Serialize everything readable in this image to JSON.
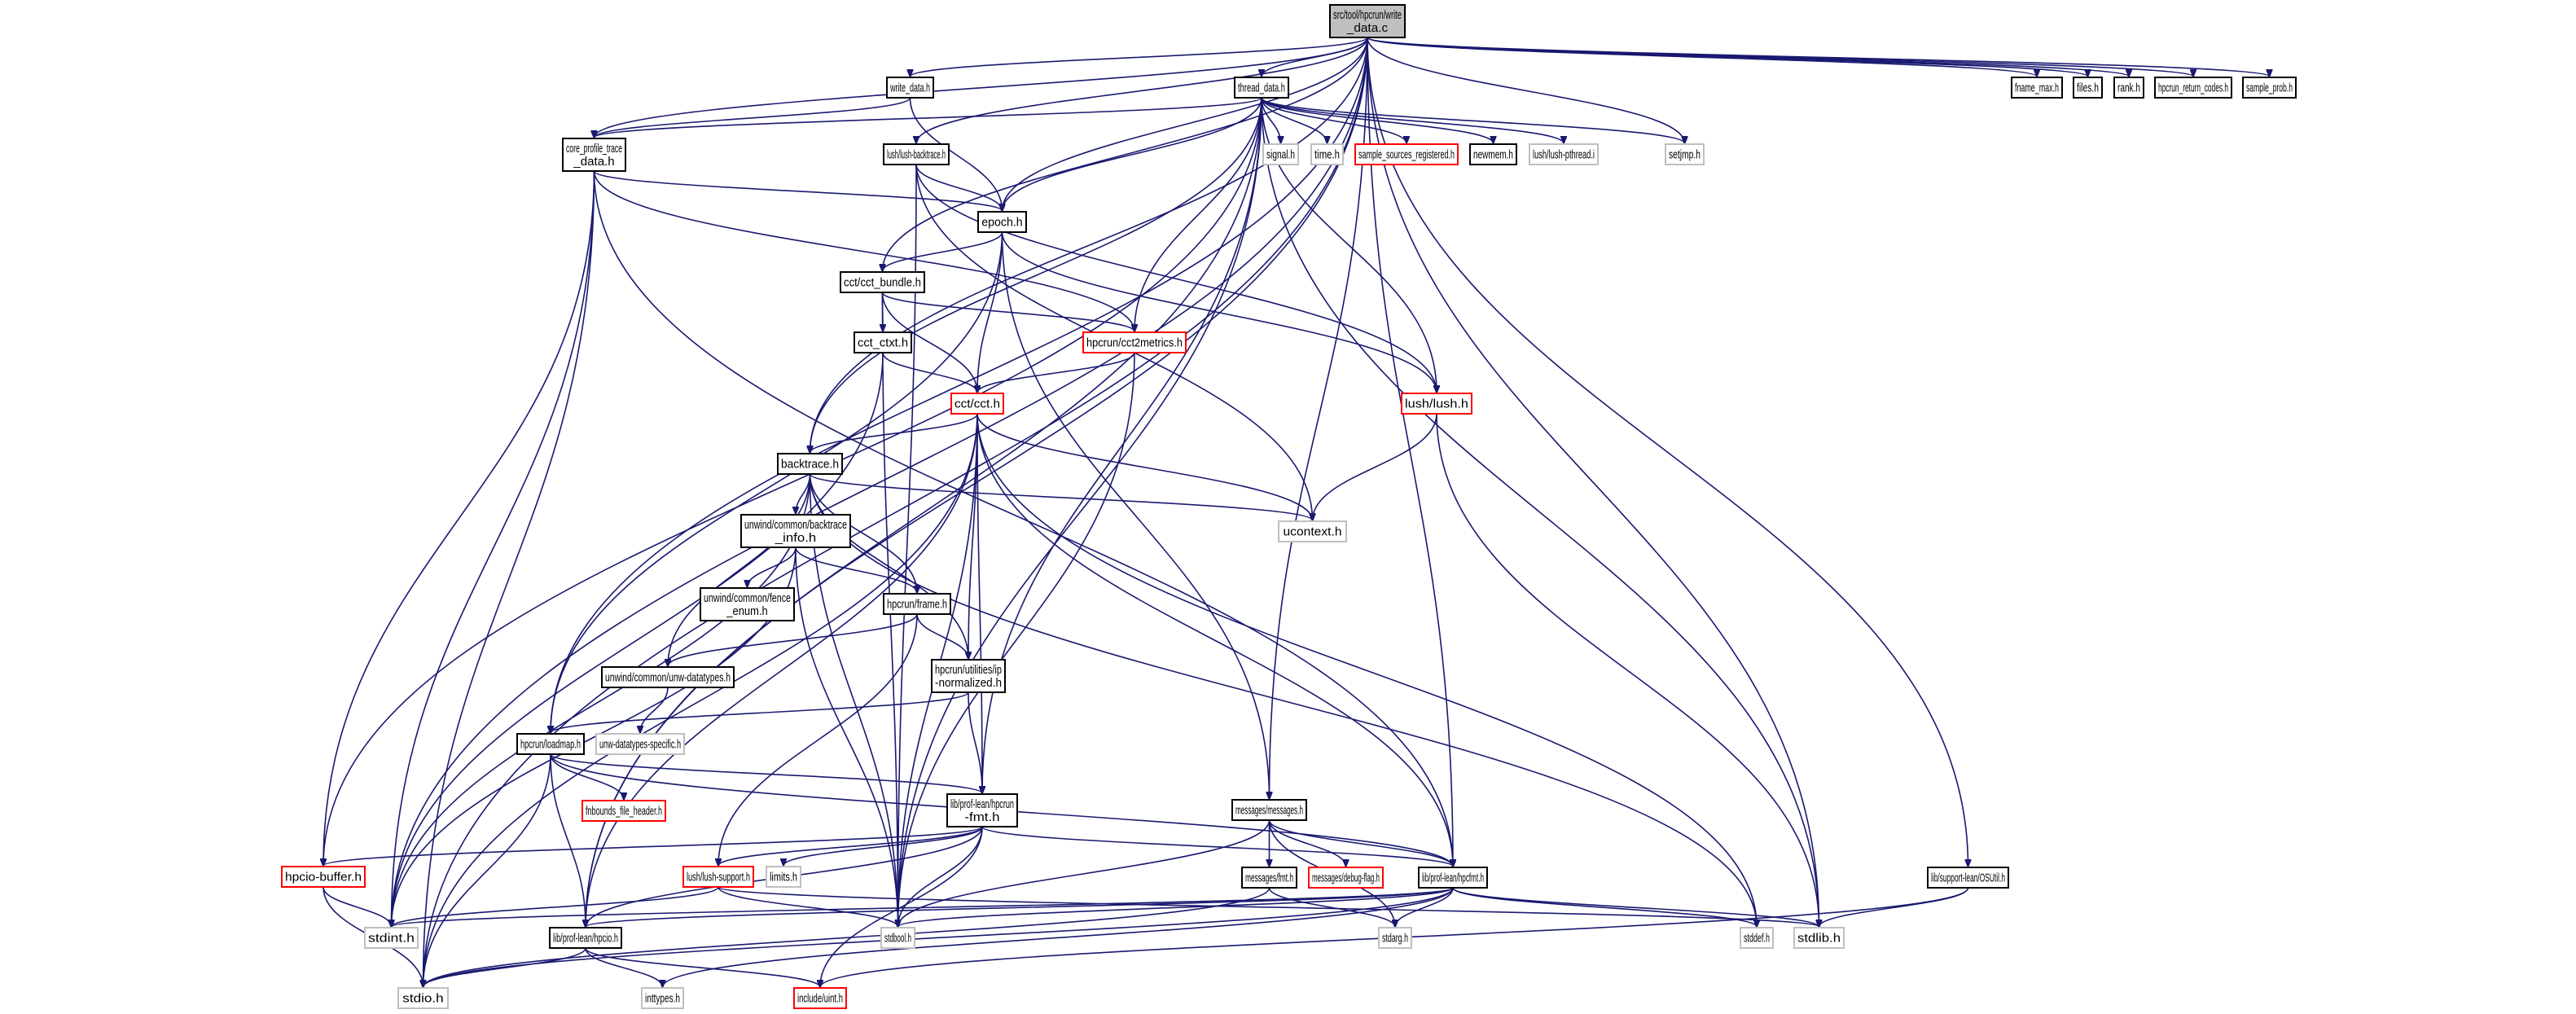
{
  "diagram": {
    "title": "src/tool/hpcrun/write_data.c",
    "type": "include-dependency-graph",
    "colors": {
      "root_fill": "#bfbfbf",
      "root_border": "#000000",
      "documented_border": "#000000",
      "truncated_border": "#ff0000",
      "external_border": "#bfbfbf",
      "edge": "#191970"
    },
    "nodes": [
      {
        "id": "root",
        "label": [
          "src/tool/hpcrun/write",
          "_data.c"
        ],
        "kind": "root"
      },
      {
        "id": "write_data_h",
        "label": [
          "write_data.h"
        ],
        "kind": "documented"
      },
      {
        "id": "thread_data_h",
        "label": [
          "thread_data.h"
        ],
        "kind": "documented"
      },
      {
        "id": "fname_max_h",
        "label": [
          "fname_max.h"
        ],
        "kind": "documented"
      },
      {
        "id": "files_h",
        "label": [
          "files.h"
        ],
        "kind": "documented"
      },
      {
        "id": "rank_h",
        "label": [
          "rank.h"
        ],
        "kind": "documented"
      },
      {
        "id": "hpcrun_return_codes_h",
        "label": [
          "hpcrun_return_codes.h"
        ],
        "kind": "documented"
      },
      {
        "id": "sample_prob_h",
        "label": [
          "sample_prob.h"
        ],
        "kind": "documented"
      },
      {
        "id": "core_profile_trace_data_h",
        "label": [
          "core_profile_trace",
          "_data.h"
        ],
        "kind": "documented"
      },
      {
        "id": "lush_backtrace_h",
        "label": [
          "lush/lush-backtrace.h"
        ],
        "kind": "documented"
      },
      {
        "id": "signal_h",
        "label": [
          "signal.h"
        ],
        "kind": "external"
      },
      {
        "id": "time_h",
        "label": [
          "time.h"
        ],
        "kind": "external"
      },
      {
        "id": "sample_sources_registered_h",
        "label": [
          "sample_sources_registered.h"
        ],
        "kind": "truncated"
      },
      {
        "id": "newmem_h",
        "label": [
          "newmem.h"
        ],
        "kind": "documented"
      },
      {
        "id": "lush_pthread_i",
        "label": [
          "lush/lush-pthread.i"
        ],
        "kind": "external"
      },
      {
        "id": "setjmp_h",
        "label": [
          "setjmp.h"
        ],
        "kind": "external"
      },
      {
        "id": "epoch_h",
        "label": [
          "epoch.h"
        ],
        "kind": "documented"
      },
      {
        "id": "cct_bundle_h",
        "label": [
          "cct/cct_bundle.h"
        ],
        "kind": "documented"
      },
      {
        "id": "cct_ctxt_h",
        "label": [
          "cct_ctxt.h"
        ],
        "kind": "documented"
      },
      {
        "id": "cct2metrics_h",
        "label": [
          "hpcrun/cct2metrics.h"
        ],
        "kind": "truncated"
      },
      {
        "id": "cct_h",
        "label": [
          "cct/cct.h"
        ],
        "kind": "truncated"
      },
      {
        "id": "lush_h",
        "label": [
          "lush/lush.h"
        ],
        "kind": "truncated"
      },
      {
        "id": "backtrace_h",
        "label": [
          "backtrace.h"
        ],
        "kind": "documented"
      },
      {
        "id": "ucontext_h",
        "label": [
          "ucontext.h"
        ],
        "kind": "external"
      },
      {
        "id": "backtrace_info_h",
        "label": [
          "unwind/common/backtrace",
          "_info.h"
        ],
        "kind": "documented"
      },
      {
        "id": "fence_enum_h",
        "label": [
          "unwind/common/fence",
          "_enum.h"
        ],
        "kind": "documented"
      },
      {
        "id": "frame_h",
        "label": [
          "hpcrun/frame.h"
        ],
        "kind": "documented"
      },
      {
        "id": "unw_datatypes_h",
        "label": [
          "unwind/common/unw-datatypes.h"
        ],
        "kind": "documented"
      },
      {
        "id": "ip_normalized_h",
        "label": [
          "hpcrun/utilities/ip",
          "-normalized.h"
        ],
        "kind": "documented"
      },
      {
        "id": "loadmap_h",
        "label": [
          "hpcrun/loadmap.h"
        ],
        "kind": "documented"
      },
      {
        "id": "unw_datatypes_specific_h",
        "label": [
          "unw-datatypes-specific.h"
        ],
        "kind": "external"
      },
      {
        "id": "fnbounds_file_header_h",
        "label": [
          "fnbounds_file_header.h"
        ],
        "kind": "truncated"
      },
      {
        "id": "hpcrun_fmt_h",
        "label": [
          "lib/prof-lean/hpcrun",
          "-fmt.h"
        ],
        "kind": "documented"
      },
      {
        "id": "messages_h",
        "label": [
          "messages/messages.h"
        ],
        "kind": "documented"
      },
      {
        "id": "hpcio_buffer_h",
        "label": [
          "hpcio-buffer.h"
        ],
        "kind": "truncated"
      },
      {
        "id": "lush_support_h",
        "label": [
          "lush/lush-support.h"
        ],
        "kind": "truncated"
      },
      {
        "id": "limits_h",
        "label": [
          "limits.h"
        ],
        "kind": "external"
      },
      {
        "id": "fmt_h",
        "label": [
          "messages/fmt.h"
        ],
        "kind": "documented"
      },
      {
        "id": "debug_flag_h",
        "label": [
          "messages/debug-flag.h"
        ],
        "kind": "truncated"
      },
      {
        "id": "hpcfmt_h",
        "label": [
          "lib/prof-lean/hpcfmt.h"
        ],
        "kind": "documented"
      },
      {
        "id": "osutil_h",
        "label": [
          "lib/support-lean/OSUtil.h"
        ],
        "kind": "documented"
      },
      {
        "id": "stdint_h",
        "label": [
          "stdint.h"
        ],
        "kind": "external"
      },
      {
        "id": "hpcio_h",
        "label": [
          "lib/prof-lean/hpcio.h"
        ],
        "kind": "documented"
      },
      {
        "id": "stdbool_h",
        "label": [
          "stdbool.h"
        ],
        "kind": "external"
      },
      {
        "id": "stdarg_h",
        "label": [
          "stdarg.h"
        ],
        "kind": "external"
      },
      {
        "id": "stddef_h",
        "label": [
          "stddef.h"
        ],
        "kind": "external"
      },
      {
        "id": "stdlib_h",
        "label": [
          "stdlib.h"
        ],
        "kind": "external"
      },
      {
        "id": "stdio_h",
        "label": [
          "stdio.h"
        ],
        "kind": "external"
      },
      {
        "id": "inttypes_h",
        "label": [
          "inttypes.h"
        ],
        "kind": "external"
      },
      {
        "id": "uint_h",
        "label": [
          "include/uint.h"
        ],
        "kind": "truncated"
      }
    ],
    "edges": [
      [
        "root",
        "write_data_h"
      ],
      [
        "root",
        "thread_data_h"
      ],
      [
        "root",
        "fname_max_h"
      ],
      [
        "root",
        "files_h"
      ],
      [
        "root",
        "rank_h"
      ],
      [
        "root",
        "hpcrun_return_codes_h"
      ],
      [
        "root",
        "sample_prob_h"
      ],
      [
        "root",
        "core_profile_trace_data_h"
      ],
      [
        "root",
        "lush_backtrace_h"
      ],
      [
        "root",
        "setjmp_h"
      ],
      [
        "root",
        "epoch_h"
      ],
      [
        "root",
        "cct_bundle_h"
      ],
      [
        "root",
        "backtrace_h"
      ],
      [
        "root",
        "loadmap_h"
      ],
      [
        "root",
        "messages_h"
      ],
      [
        "root",
        "hpcfmt_h"
      ],
      [
        "root",
        "osutil_h"
      ],
      [
        "root",
        "stdlib_h"
      ],
      [
        "root",
        "stdio_h"
      ],
      [
        "root",
        "hpcio_h"
      ],
      [
        "root",
        "stdint_h"
      ],
      [
        "write_data_h",
        "core_profile_trace_data_h"
      ],
      [
        "write_data_h",
        "epoch_h"
      ],
      [
        "thread_data_h",
        "signal_h"
      ],
      [
        "thread_data_h",
        "time_h"
      ],
      [
        "thread_data_h",
        "sample_sources_registered_h"
      ],
      [
        "thread_data_h",
        "newmem_h"
      ],
      [
        "thread_data_h",
        "lush_pthread_i"
      ],
      [
        "thread_data_h",
        "setjmp_h"
      ],
      [
        "thread_data_h",
        "core_profile_trace_data_h"
      ],
      [
        "thread_data_h",
        "epoch_h"
      ],
      [
        "thread_data_h",
        "cct2metrics_h"
      ],
      [
        "thread_data_h",
        "backtrace_h"
      ],
      [
        "thread_data_h",
        "lush_h"
      ],
      [
        "thread_data_h",
        "stdlib_h"
      ],
      [
        "thread_data_h",
        "stdbool_h"
      ],
      [
        "thread_data_h",
        "hpcio_buffer_h"
      ],
      [
        "thread_data_h",
        "hpcrun_fmt_h"
      ],
      [
        "thread_data_h",
        "hpcio_h"
      ],
      [
        "core_profile_trace_data_h",
        "epoch_h"
      ],
      [
        "core_profile_trace_data_h",
        "cct2metrics_h"
      ],
      [
        "core_profile_trace_data_h",
        "hpcfmt_h"
      ],
      [
        "core_profile_trace_data_h",
        "hpcio_buffer_h"
      ],
      [
        "core_profile_trace_data_h",
        "stdio_h"
      ],
      [
        "core_profile_trace_data_h",
        "stdint_h"
      ],
      [
        "lush_backtrace_h",
        "epoch_h"
      ],
      [
        "lush_backtrace_h",
        "lush_h"
      ],
      [
        "lush_backtrace_h",
        "ucontext_h"
      ],
      [
        "lush_backtrace_h",
        "stdbool_h"
      ],
      [
        "epoch_h",
        "cct_bundle_h"
      ],
      [
        "epoch_h",
        "cct_h"
      ],
      [
        "epoch_h",
        "loadmap_h"
      ],
      [
        "epoch_h",
        "lush_h"
      ],
      [
        "epoch_h",
        "messages_h"
      ],
      [
        "cct_bundle_h",
        "cct_ctxt_h"
      ],
      [
        "cct_bundle_h",
        "cct_h"
      ],
      [
        "cct_bundle_h",
        "cct2metrics_h"
      ],
      [
        "cct_bundle_h",
        "stdbool_h"
      ],
      [
        "cct_ctxt_h",
        "cct_h"
      ],
      [
        "cct_ctxt_h",
        "stdint_h"
      ],
      [
        "cct2metrics_h",
        "cct_h"
      ],
      [
        "cct2metrics_h",
        "stdbool_h"
      ],
      [
        "cct_h",
        "backtrace_h"
      ],
      [
        "cct_h",
        "ucontext_h"
      ],
      [
        "cct_h",
        "ip_normalized_h"
      ],
      [
        "cct_h",
        "hpcrun_fmt_h"
      ],
      [
        "cct_h",
        "hpcfmt_h"
      ],
      [
        "cct_h",
        "stdbool_h"
      ],
      [
        "cct_h",
        "stddef_h"
      ],
      [
        "cct_h",
        "stdio_h"
      ],
      [
        "cct_h",
        "hpcio_h"
      ],
      [
        "lush_h",
        "ucontext_h"
      ],
      [
        "lush_h",
        "stdlib_h"
      ],
      [
        "backtrace_h",
        "ucontext_h"
      ],
      [
        "backtrace_h",
        "backtrace_info_h"
      ],
      [
        "backtrace_h",
        "frame_h"
      ],
      [
        "backtrace_h",
        "unw_datatypes_h"
      ],
      [
        "backtrace_h",
        "ip_normalized_h"
      ],
      [
        "backtrace_h",
        "stdint_h"
      ],
      [
        "backtrace_h",
        "stdbool_h"
      ],
      [
        "backtrace_h",
        "stddef_h"
      ],
      [
        "backtrace_info_h",
        "fence_enum_h"
      ],
      [
        "backtrace_info_h",
        "frame_h"
      ],
      [
        "backtrace_info_h",
        "stdint_h"
      ],
      [
        "backtrace_info_h",
        "stdbool_h"
      ],
      [
        "frame_h",
        "unw_datatypes_h"
      ],
      [
        "frame_h",
        "ip_normalized_h"
      ],
      [
        "frame_h",
        "lush_support_h"
      ],
      [
        "unw_datatypes_h",
        "unw_datatypes_specific_h"
      ],
      [
        "ip_normalized_h",
        "loadmap_h"
      ],
      [
        "ip_normalized_h",
        "hpcrun_fmt_h"
      ],
      [
        "loadmap_h",
        "fnbounds_file_header_h"
      ],
      [
        "loadmap_h",
        "hpcrun_fmt_h"
      ],
      [
        "loadmap_h",
        "hpcio_h"
      ],
      [
        "loadmap_h",
        "stdio_h"
      ],
      [
        "loadmap_h",
        "hpcfmt_h"
      ],
      [
        "hpcrun_fmt_h",
        "hpcio_buffer_h"
      ],
      [
        "hpcrun_fmt_h",
        "lush_support_h"
      ],
      [
        "hpcrun_fmt_h",
        "limits_h"
      ],
      [
        "hpcrun_fmt_h",
        "hpcio_h"
      ],
      [
        "hpcrun_fmt_h",
        "stdbool_h"
      ],
      [
        "hpcrun_fmt_h",
        "uint_h"
      ],
      [
        "hpcrun_fmt_h",
        "hpcfmt_h"
      ],
      [
        "messages_h",
        "fmt_h"
      ],
      [
        "messages_h",
        "debug_flag_h"
      ],
      [
        "messages_h",
        "hpcfmt_h"
      ],
      [
        "messages_h",
        "stdarg_h"
      ],
      [
        "messages_h",
        "stdbool_h"
      ],
      [
        "hpcio_buffer_h",
        "stdint_h"
      ],
      [
        "hpcio_buffer_h",
        "stdio_h"
      ],
      [
        "lush_support_h",
        "stdint_h"
      ],
      [
        "lush_support_h",
        "stdbool_h"
      ],
      [
        "lush_support_h",
        "stdlib_h"
      ],
      [
        "fmt_h",
        "stdarg_h"
      ],
      [
        "fmt_h",
        "stdio_h"
      ],
      [
        "hpcfmt_h",
        "stdint_h"
      ],
      [
        "hpcfmt_h",
        "hpcio_h"
      ],
      [
        "hpcfmt_h",
        "stdbool_h"
      ],
      [
        "hpcfmt_h",
        "stdarg_h"
      ],
      [
        "hpcfmt_h",
        "stddef_h"
      ],
      [
        "hpcfmt_h",
        "stdlib_h"
      ],
      [
        "hpcfmt_h",
        "stdio_h"
      ],
      [
        "hpcfmt_h",
        "inttypes_h"
      ],
      [
        "osutil_h",
        "stdlib_h"
      ],
      [
        "osutil_h",
        "uint_h"
      ],
      [
        "hpcio_h",
        "stdio_h"
      ],
      [
        "hpcio_h",
        "inttypes_h"
      ],
      [
        "hpcio_h",
        "uint_h"
      ]
    ]
  }
}
